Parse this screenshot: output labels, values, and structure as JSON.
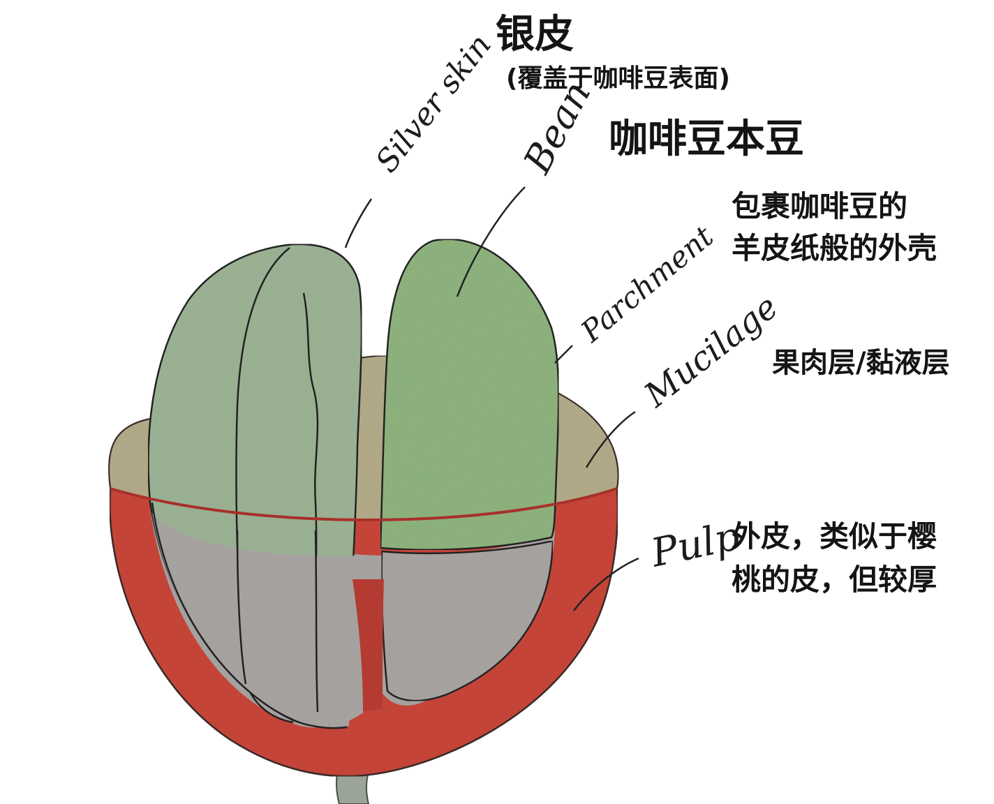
{
  "labels": {
    "silver_skin": {
      "en": "Silver skin",
      "zh_title": "银皮",
      "zh_sub": "(覆盖于咖啡豆表面)"
    },
    "bean": {
      "en": "Bean",
      "zh": "咖啡豆本豆"
    },
    "parchment": {
      "en": "Parchment",
      "zh_line1": "包裹咖啡豆的",
      "zh_line2": "羊皮纸般的外壳"
    },
    "mucilage": {
      "en": "Mucilage",
      "zh": "果肉层/黏液层"
    },
    "pulp": {
      "en": "Pulp",
      "zh_line1": "外皮，类似于樱",
      "zh_line2": "桃的皮，但较厚"
    }
  },
  "watermark": "",
  "colors": {
    "pulp_red": "#c8453a",
    "pulp_dark": "#a8302a",
    "mucilage_tan": "#b4ab8a",
    "bean_green": "#8fb37e",
    "parchment_green": "#9cb395",
    "cut_gray": "#a8a5a2",
    "stem": "#9aa497",
    "ink": "#1c1c1c"
  }
}
